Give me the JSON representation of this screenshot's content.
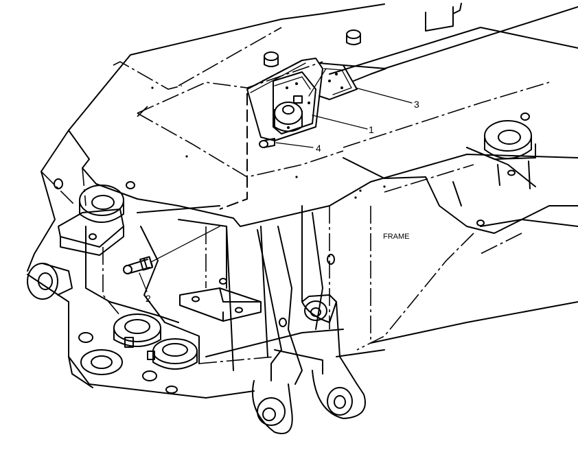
{
  "callouts": {
    "c1": "1",
    "c2": "2",
    "c3": "3",
    "c4": "4"
  },
  "labels": {
    "frame": "FRAME"
  }
}
